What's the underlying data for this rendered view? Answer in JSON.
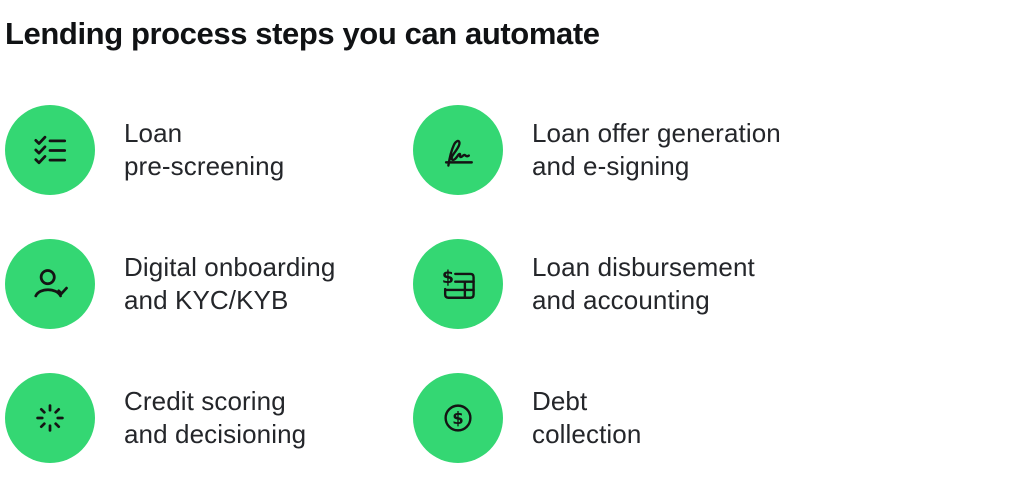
{
  "header": {
    "title": "Lending process steps you can automate"
  },
  "theme": {
    "background": "#ffffff",
    "bubble_color": "#34d773",
    "icon_color": "#141414",
    "heading_color": "#101214",
    "label_color": "#24262a"
  },
  "items": [
    {
      "icon": "checklist-icon",
      "lines": [
        "Loan",
        "pre-screening"
      ]
    },
    {
      "icon": "signature-icon",
      "lines": [
        "Loan offer generation",
        "and e-signing"
      ]
    },
    {
      "icon": "user-check-icon",
      "lines": [
        "Digital onboarding",
        "and KYC/KYB"
      ]
    },
    {
      "icon": "dollar-ledger-icon",
      "lines": [
        "Loan disbursement",
        "and accounting"
      ]
    },
    {
      "icon": "spinner-burst-icon",
      "lines": [
        "Credit scoring",
        "and decisioning"
      ]
    },
    {
      "icon": "dollar-circle-icon",
      "lines": [
        "Debt",
        "collection"
      ]
    }
  ],
  "dollar_glyph": "$"
}
